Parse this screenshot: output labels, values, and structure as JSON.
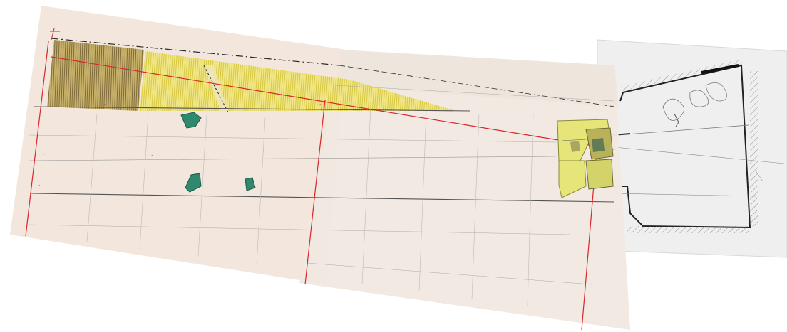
{
  "drawing": {
    "kind": "archaeological excavation plan (hand-drawn, three stitched sheets)",
    "sheets": [
      "sheet-left-colored",
      "sheet-middle-colored",
      "sheet-right-pencil"
    ],
    "colors": {
      "paper_left": "#f3e6dc",
      "paper_middle": "#f1e8e1",
      "paper_right": "#ededed",
      "grid_red": "#d9262a",
      "grid_gray": "#8e8e8e",
      "ink_dark": "#2b2b2b",
      "hatch_brown": "#8a7640",
      "hatch_yellow": "#e7de52",
      "stone_green": "#2f8a6d",
      "block_yellow": "#e6e57a",
      "block_olive": "#b9b25a"
    },
    "features": [
      "yellow-hatched-band",
      "brown-hatched-band",
      "green-stone-1",
      "green-stone-2",
      "green-stone-3",
      "yellow-block-cluster",
      "cave-outline"
    ]
  },
  "annotations": {
    "corner_label": "",
    "margin_note": ""
  }
}
